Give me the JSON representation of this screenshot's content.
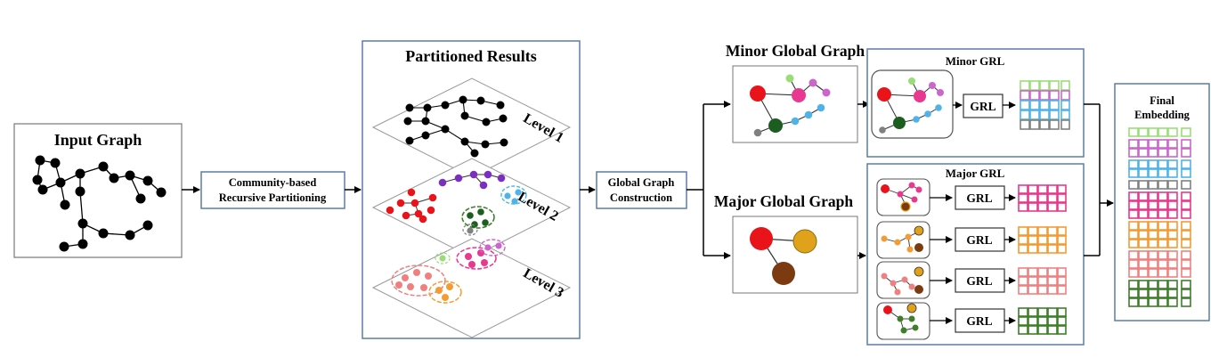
{
  "input_panel": {
    "title": "Input Graph"
  },
  "step_partition": {
    "line1": "Community-based",
    "line2": "Recursive Partitioning"
  },
  "partition_panel": {
    "title": "Partitioned Results",
    "levels": [
      "Level 1",
      "Level 2",
      "Level 3"
    ]
  },
  "step_global": {
    "line1": "Global Graph",
    "line2": "Construction"
  },
  "minor_graph": {
    "title": "Minor Global Graph"
  },
  "major_graph": {
    "title": "Major Global Graph"
  },
  "minor_grl": {
    "title": "Minor GRL",
    "grl_label": "GRL"
  },
  "major_grl": {
    "title": "Major GRL",
    "rows": [
      {
        "grl_label": "GRL",
        "color": "#e8388f"
      },
      {
        "grl_label": "GRL",
        "color": "#f59b33"
      },
      {
        "grl_label": "GRL",
        "color": "#f08080"
      },
      {
        "grl_label": "GRL",
        "color": "#3f7f2a"
      }
    ]
  },
  "final_panel": {
    "line1": "Final",
    "line2": "Embedding"
  },
  "colors": {
    "panel_border": "#5a7fa6",
    "red": "#e8141a",
    "pink": "#e8388f",
    "violet": "#cc66cc",
    "light_green": "#99dd77",
    "dark_green": "#1b5e20",
    "sky": "#4fb3e8",
    "gray": "#808080",
    "gold": "#e0a21a",
    "brown": "#7b3a10",
    "orange": "#f59b33",
    "salmon": "#f08080",
    "purple": "#7b2fbf",
    "green": "#3f7f2a"
  }
}
